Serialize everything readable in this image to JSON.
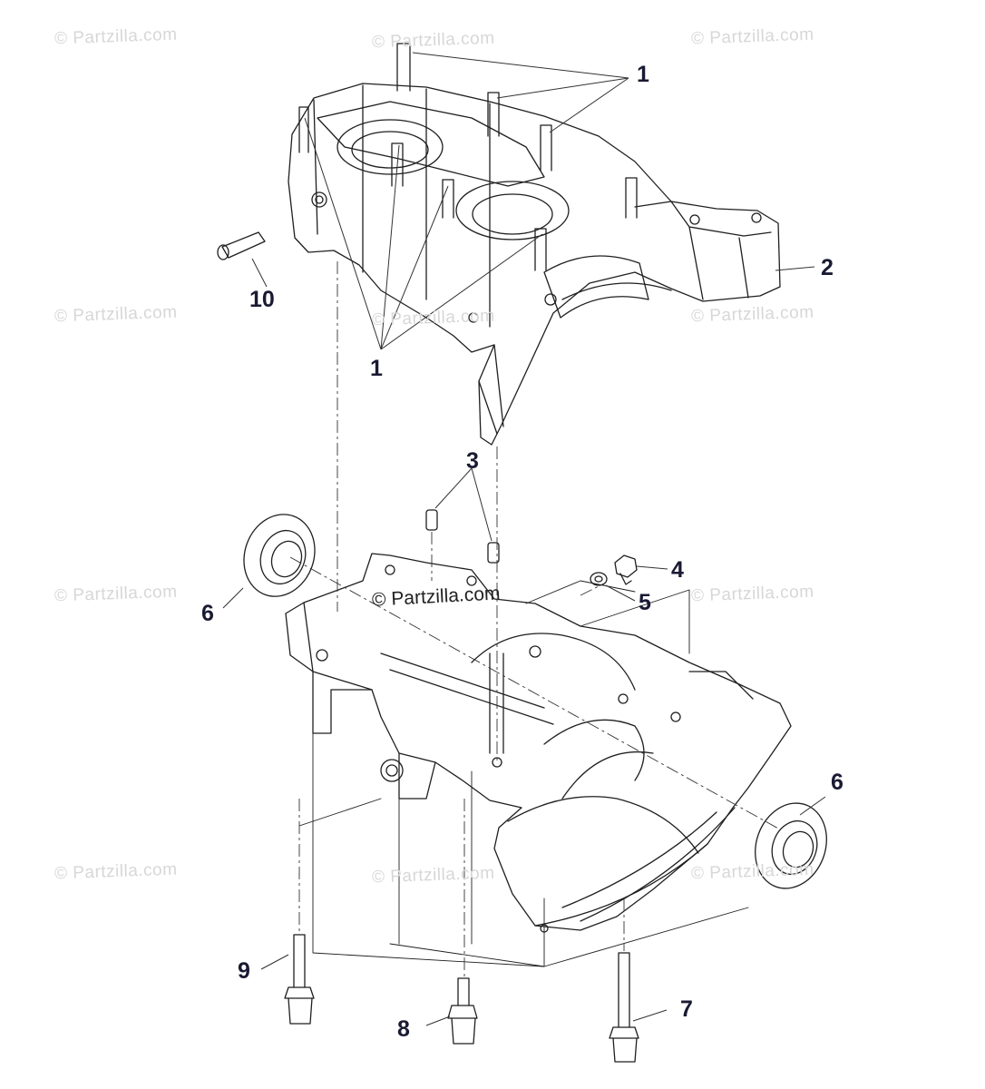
{
  "watermark": "© Partzilla.com",
  "callouts": [
    "1",
    "1",
    "2",
    "3",
    "4",
    "5",
    "6",
    "6",
    "7",
    "8",
    "9",
    "10"
  ]
}
